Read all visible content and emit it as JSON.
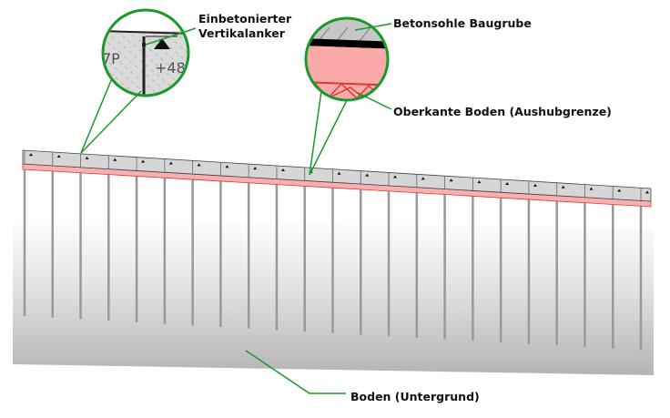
{
  "labels": {
    "anchor_line1": "Einbetonierter",
    "anchor_line2": "Vertikalanker",
    "slab": "Betonsohle Baugrube",
    "excavation": "Oberkante Boden (Aushubgrenze)",
    "soil": "Boden (Untergrund)"
  },
  "detail_texts": {
    "left_fragment": "7P",
    "right_fragment": "+48"
  },
  "colors": {
    "callout": "#1a9a2a",
    "slab": "#d4d4d4",
    "excavation": "#f5a0a0",
    "excavation_line": "#d83a3a"
  },
  "pile_count": 23
}
